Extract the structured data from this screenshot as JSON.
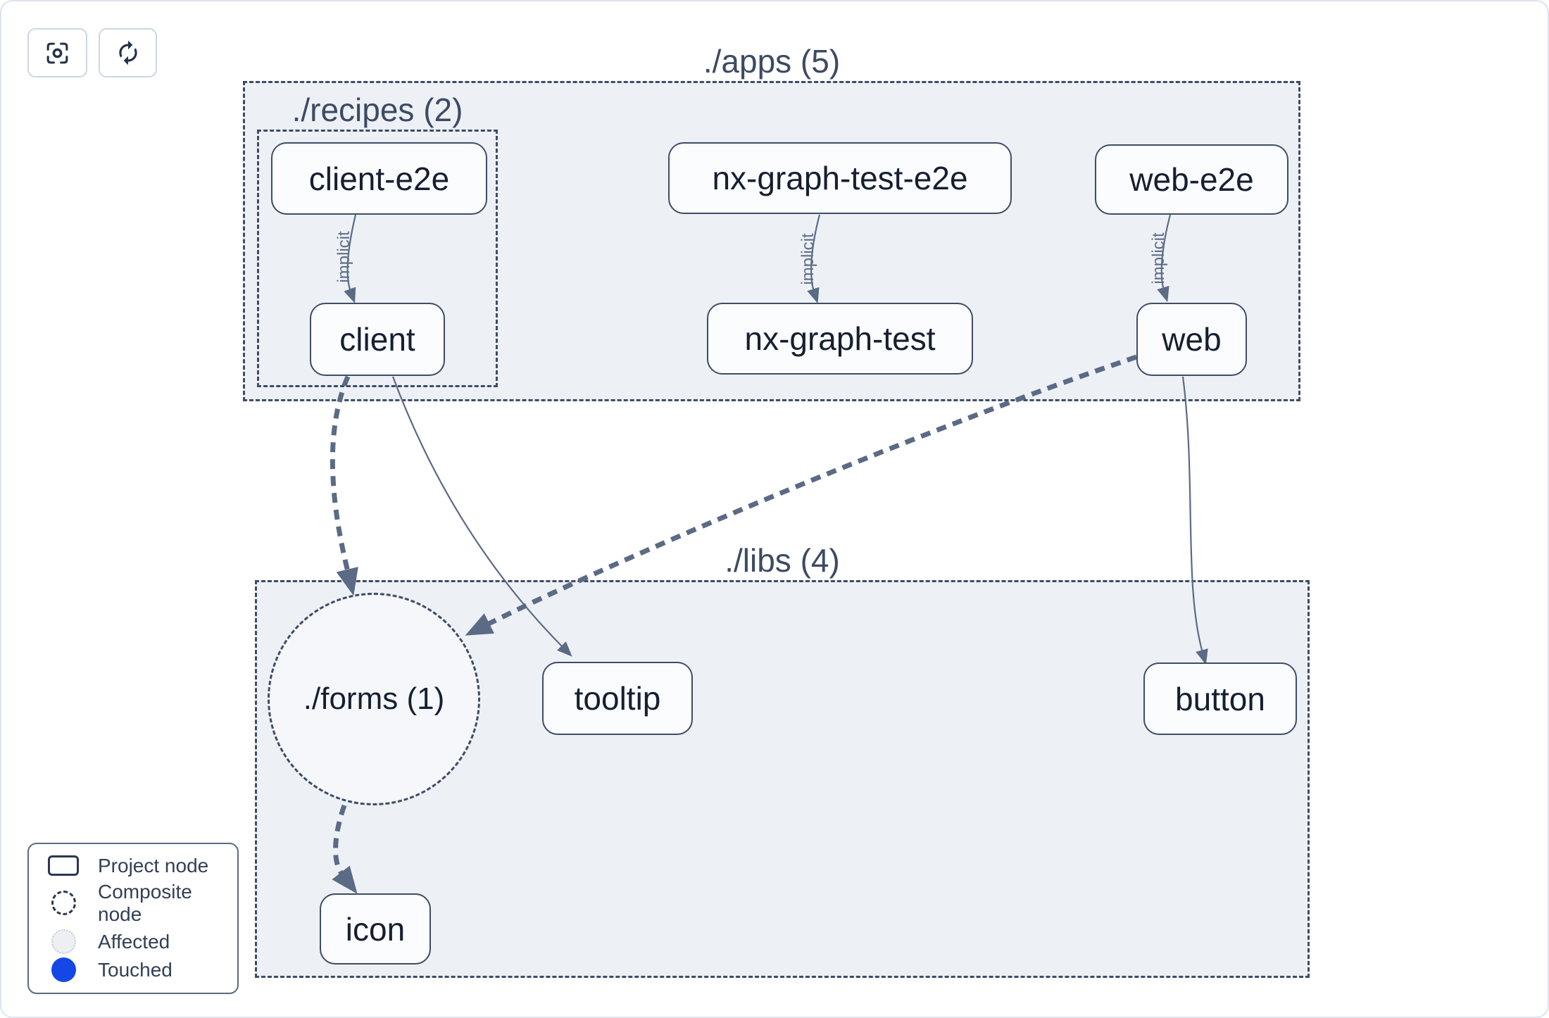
{
  "toolbar": {
    "buttons": [
      {
        "icon": "focus-icon",
        "action": "center-graph"
      },
      {
        "icon": "refresh-icon",
        "action": "reload-graph"
      }
    ]
  },
  "graph": {
    "groups": [
      {
        "id": "apps",
        "label": "./apps (5)",
        "count": 5
      },
      {
        "id": "recipes",
        "label": "./recipes (2)",
        "count": 2,
        "parent": "apps"
      },
      {
        "id": "libs",
        "label": "./libs (4)",
        "count": 4
      }
    ],
    "composite_nodes": [
      {
        "id": "forms",
        "label": "./forms (1)",
        "count": 1,
        "parent": "libs"
      }
    ],
    "nodes": [
      {
        "id": "client-e2e",
        "label": "client-e2e",
        "group": "recipes"
      },
      {
        "id": "client",
        "label": "client",
        "group": "recipes"
      },
      {
        "id": "nx-graph-test-e2e",
        "label": "nx-graph-test-e2e",
        "group": "apps"
      },
      {
        "id": "nx-graph-test",
        "label": "nx-graph-test",
        "group": "apps"
      },
      {
        "id": "web-e2e",
        "label": "web-e2e",
        "group": "apps"
      },
      {
        "id": "web",
        "label": "web",
        "group": "apps"
      },
      {
        "id": "tooltip",
        "label": "tooltip",
        "group": "libs"
      },
      {
        "id": "button",
        "label": "button",
        "group": "libs"
      },
      {
        "id": "icon",
        "label": "icon",
        "group": "libs"
      }
    ],
    "edges": [
      {
        "from": "client-e2e",
        "to": "client",
        "type": "implicit",
        "label": "implicit"
      },
      {
        "from": "nx-graph-test-e2e",
        "to": "nx-graph-test",
        "type": "implicit",
        "label": "implicit"
      },
      {
        "from": "web-e2e",
        "to": "web",
        "type": "implicit",
        "label": "implicit"
      },
      {
        "from": "client",
        "to": "./forms",
        "type": "composite-dashed"
      },
      {
        "from": "client",
        "to": "tooltip",
        "type": "static"
      },
      {
        "from": "web",
        "to": "./forms",
        "type": "composite-dashed"
      },
      {
        "from": "web",
        "to": "button",
        "type": "static"
      },
      {
        "from": "./forms",
        "to": "icon",
        "type": "composite-dashed"
      }
    ]
  },
  "legend": {
    "items": [
      {
        "label": "Project node",
        "swatch": "project-rect"
      },
      {
        "label": "Composite node",
        "swatch": "composite-dashed-circle"
      },
      {
        "label": "Affected",
        "swatch": "affected-light-circle"
      },
      {
        "label": "Touched",
        "swatch": "touched-blue-circle"
      }
    ]
  },
  "colors": {
    "touched_blue": "#1447e6",
    "group_fill": "#edf1f6",
    "node_fill": "#fbfcfe",
    "stroke_dark": "#3f4c66",
    "edge_stroke": "#5b6a85",
    "label_text": "#3d4a63",
    "node_text": "#161f31"
  }
}
